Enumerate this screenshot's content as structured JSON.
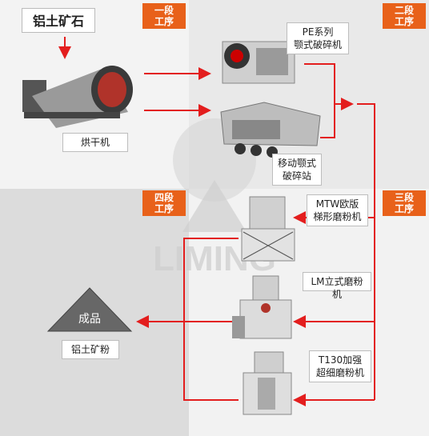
{
  "input": {
    "title": "铝土矿石"
  },
  "stages": {
    "s1": "一段\n工序",
    "s2": "二段\n工序",
    "s3": "三段\n工序",
    "s4": "四段\n工序"
  },
  "machines": {
    "dryer": "烘干机",
    "pe": "PE系列\n颚式破碎机",
    "mobile": "移动颚式\n破碎站",
    "mtw": "MTW欧版\n梯形磨粉机",
    "lm": "LM立式磨粉机",
    "t130": "T130加强\n超细磨粉机"
  },
  "product": {
    "shape_label": "成品",
    "name": "铝土矿粉"
  },
  "watermark": "LIMING",
  "colors": {
    "accent": "#e8611a",
    "arrow": "#e31e1e",
    "bg_grey": "#eaeaea",
    "bg_dark": "#d9d9d9"
  }
}
